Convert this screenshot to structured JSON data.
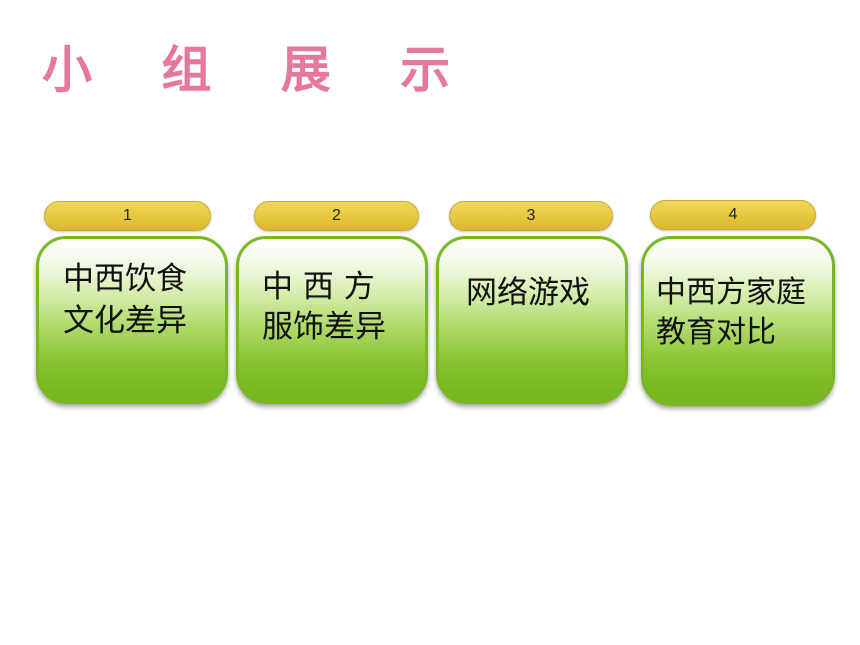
{
  "slide": {
    "title": "小 组 展 示"
  },
  "groups": [
    {
      "number": "1",
      "line1": "中西饮食",
      "line2": "文化差异"
    },
    {
      "number": "2",
      "line1": "中 西 方",
      "line2": "服饰差异"
    },
    {
      "number": "3",
      "line1": "网络游戏",
      "line2": ""
    },
    {
      "number": "4",
      "line1": "中西方家庭",
      "line2": "教育对比"
    }
  ],
  "colors": {
    "title": "#e5799b",
    "tab": "#e5c53d",
    "card_top": "#ffffff",
    "card_bottom": "#76b51f"
  }
}
